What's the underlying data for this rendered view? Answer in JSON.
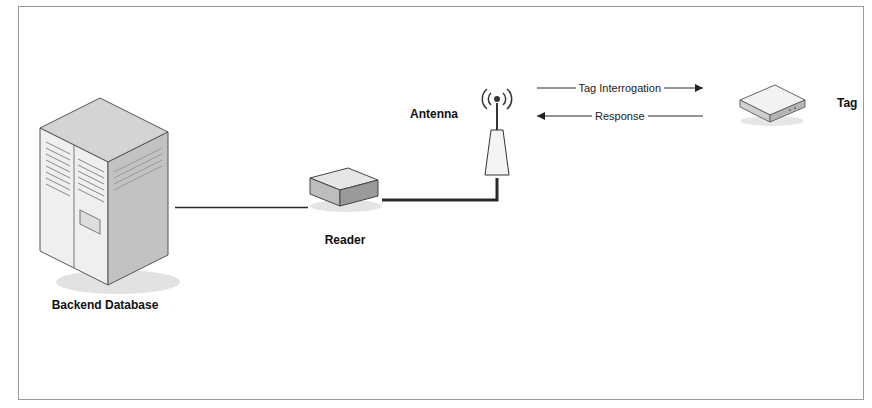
{
  "diagram": {
    "nodes": [
      {
        "text": [
          "Backend Database"
        ]
      },
      {
        "text": [
          "Reader"
        ]
      },
      {
        "text": [
          "Antenna"
        ]
      },
      {
        "text": [
          "Tag"
        ]
      }
    ],
    "edges": [
      {
        "from": 0,
        "to": 1,
        "arrow": "none"
      },
      {
        "from": 1,
        "to": 2,
        "arrow": "none"
      },
      {
        "from": 2,
        "to": 3,
        "label": "Tag Interrogation",
        "arrow": "to"
      },
      {
        "from": 3,
        "to": 2,
        "label": "Response",
        "arrow": "to"
      }
    ]
  }
}
